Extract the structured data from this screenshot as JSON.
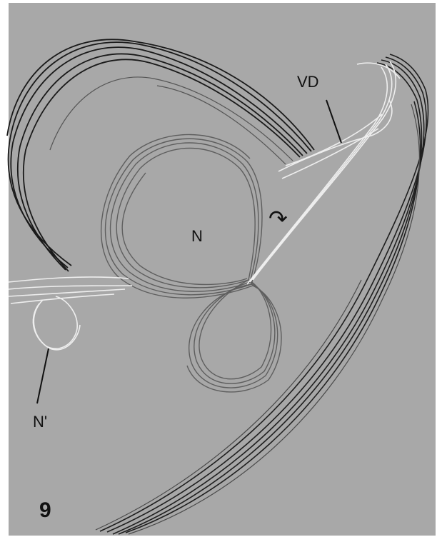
{
  "figure": {
    "panel_number": "9",
    "labels": {
      "vd": "VD",
      "n": "N",
      "n_prime": "N'"
    },
    "rotation_symbol": "↷",
    "colors": {
      "background": "#a8a8a8",
      "dark_traces": "#1a1a1a",
      "mid_traces": "#5e5e5e",
      "light_traces": "#ececec"
    }
  }
}
